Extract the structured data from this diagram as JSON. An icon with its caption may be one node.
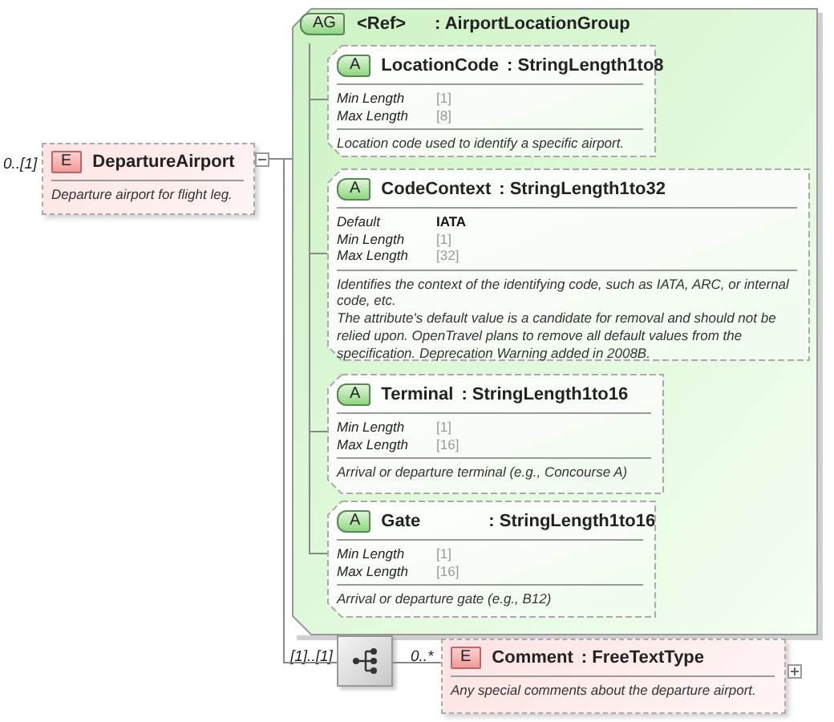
{
  "diagram": {
    "nodes": [
      {
        "text": [
          "E",
          "DepartureAirport",
          "Departure airport for flight leg."
        ],
        "beside": [
          "0..[1]"
        ]
      },
      {
        "text": [
          "AG",
          "<Ref>",
          ": AirportLocationGroup"
        ]
      },
      {
        "text": [
          "A",
          "LocationCode",
          ": StringLength1to8",
          "Min Length",
          "[1]",
          "Max Length",
          "[8]",
          "Location code used to identify a specific airport."
        ],
        "in": 1
      },
      {
        "text": [
          "A",
          "CodeContext",
          ": StringLength1to32",
          "Default",
          "IATA",
          "Min Length",
          "[1]",
          "Max Length",
          "[32]",
          "Identifies the context of the identifying code, such as IATA, ARC, or internal code, etc.",
          "The attribute's default value is a candidate for removal and should not be relied upon. OpenTravel plans to remove all default values from the specification. Deprecation Warning added in 2008B."
        ],
        "in": 1
      },
      {
        "text": [
          "A",
          "Terminal",
          ": StringLength1to16",
          "Min Length",
          "[1]",
          "Max Length",
          "[16]",
          "Arrival or departure terminal (e.g., Concourse A)"
        ],
        "in": 1
      },
      {
        "text": [
          "A",
          "Gate",
          ": StringLength1to16",
          "Min Length",
          "[1]",
          "Max Length",
          "[16]",
          "Arrival or departure gate (e.g., B12)"
        ],
        "in": 1
      },
      {
        "text": [],
        "shape": "box",
        "beside": [
          "[1]..[1]"
        ]
      },
      {
        "text": [
          "E",
          "Comment",
          ": FreeTextType",
          "Any special comments about the departure airport."
        ],
        "beside": [
          "0..*"
        ]
      }
    ],
    "edges": [
      {
        "from": 0,
        "to": 1,
        "arrow": "none"
      },
      {
        "from": 0,
        "to": 6,
        "arrow": "none"
      },
      {
        "from": 6,
        "to": 7,
        "arrow": "none"
      },
      {
        "from": 1,
        "to": 2,
        "arrow": "none"
      },
      {
        "from": 1,
        "to": 3,
        "arrow": "none"
      },
      {
        "from": 1,
        "to": 4,
        "arrow": "none"
      },
      {
        "from": 1,
        "to": 5,
        "arrow": "none"
      }
    ]
  }
}
